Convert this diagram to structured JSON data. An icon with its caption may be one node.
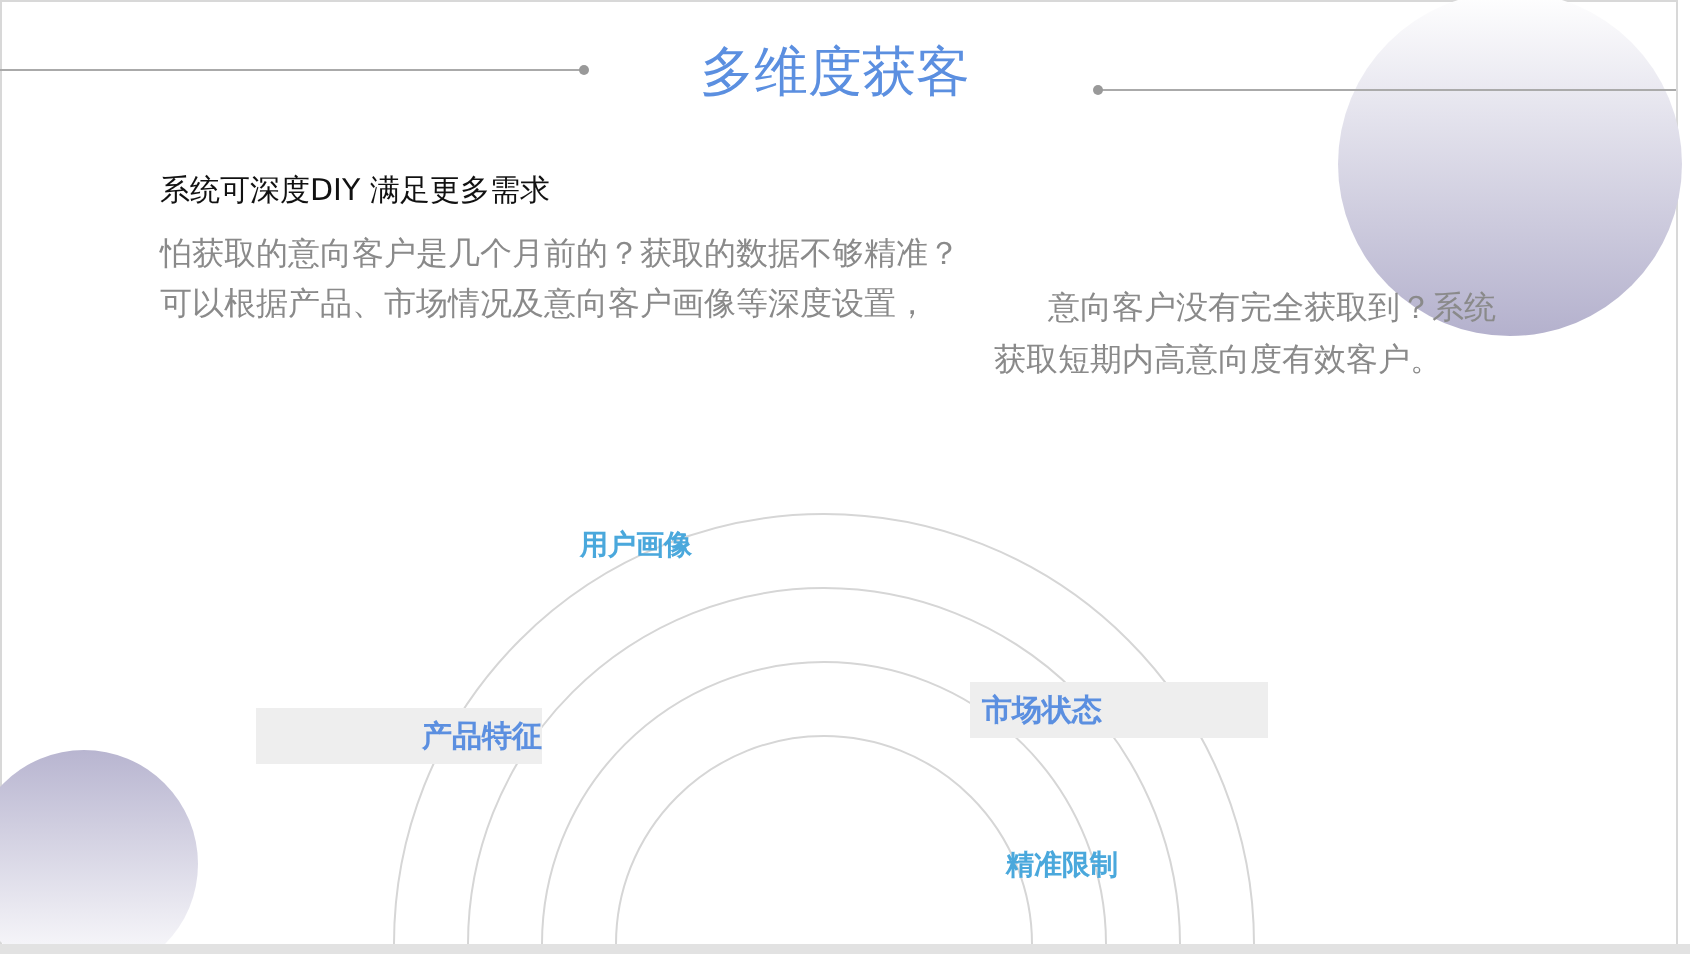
{
  "diagram": {
    "title": "多维度获客",
    "nodes": [
      {
        "text": [
          "产品特征"
        ]
      },
      {
        "text": [
          "市场状态"
        ]
      }
    ],
    "labels": [
      "系统可深度DIY 满足更多需求",
      "怕获取的意向客户是几个月前的？获取的数据不够精准？",
      "可以根据产品、市场情况及意向客户画像等深度设置，",
      "意向客户没有完全获取到？系统",
      "获取短期内高意向度有效客户。",
      "用户画像",
      "精准限制"
    ]
  }
}
